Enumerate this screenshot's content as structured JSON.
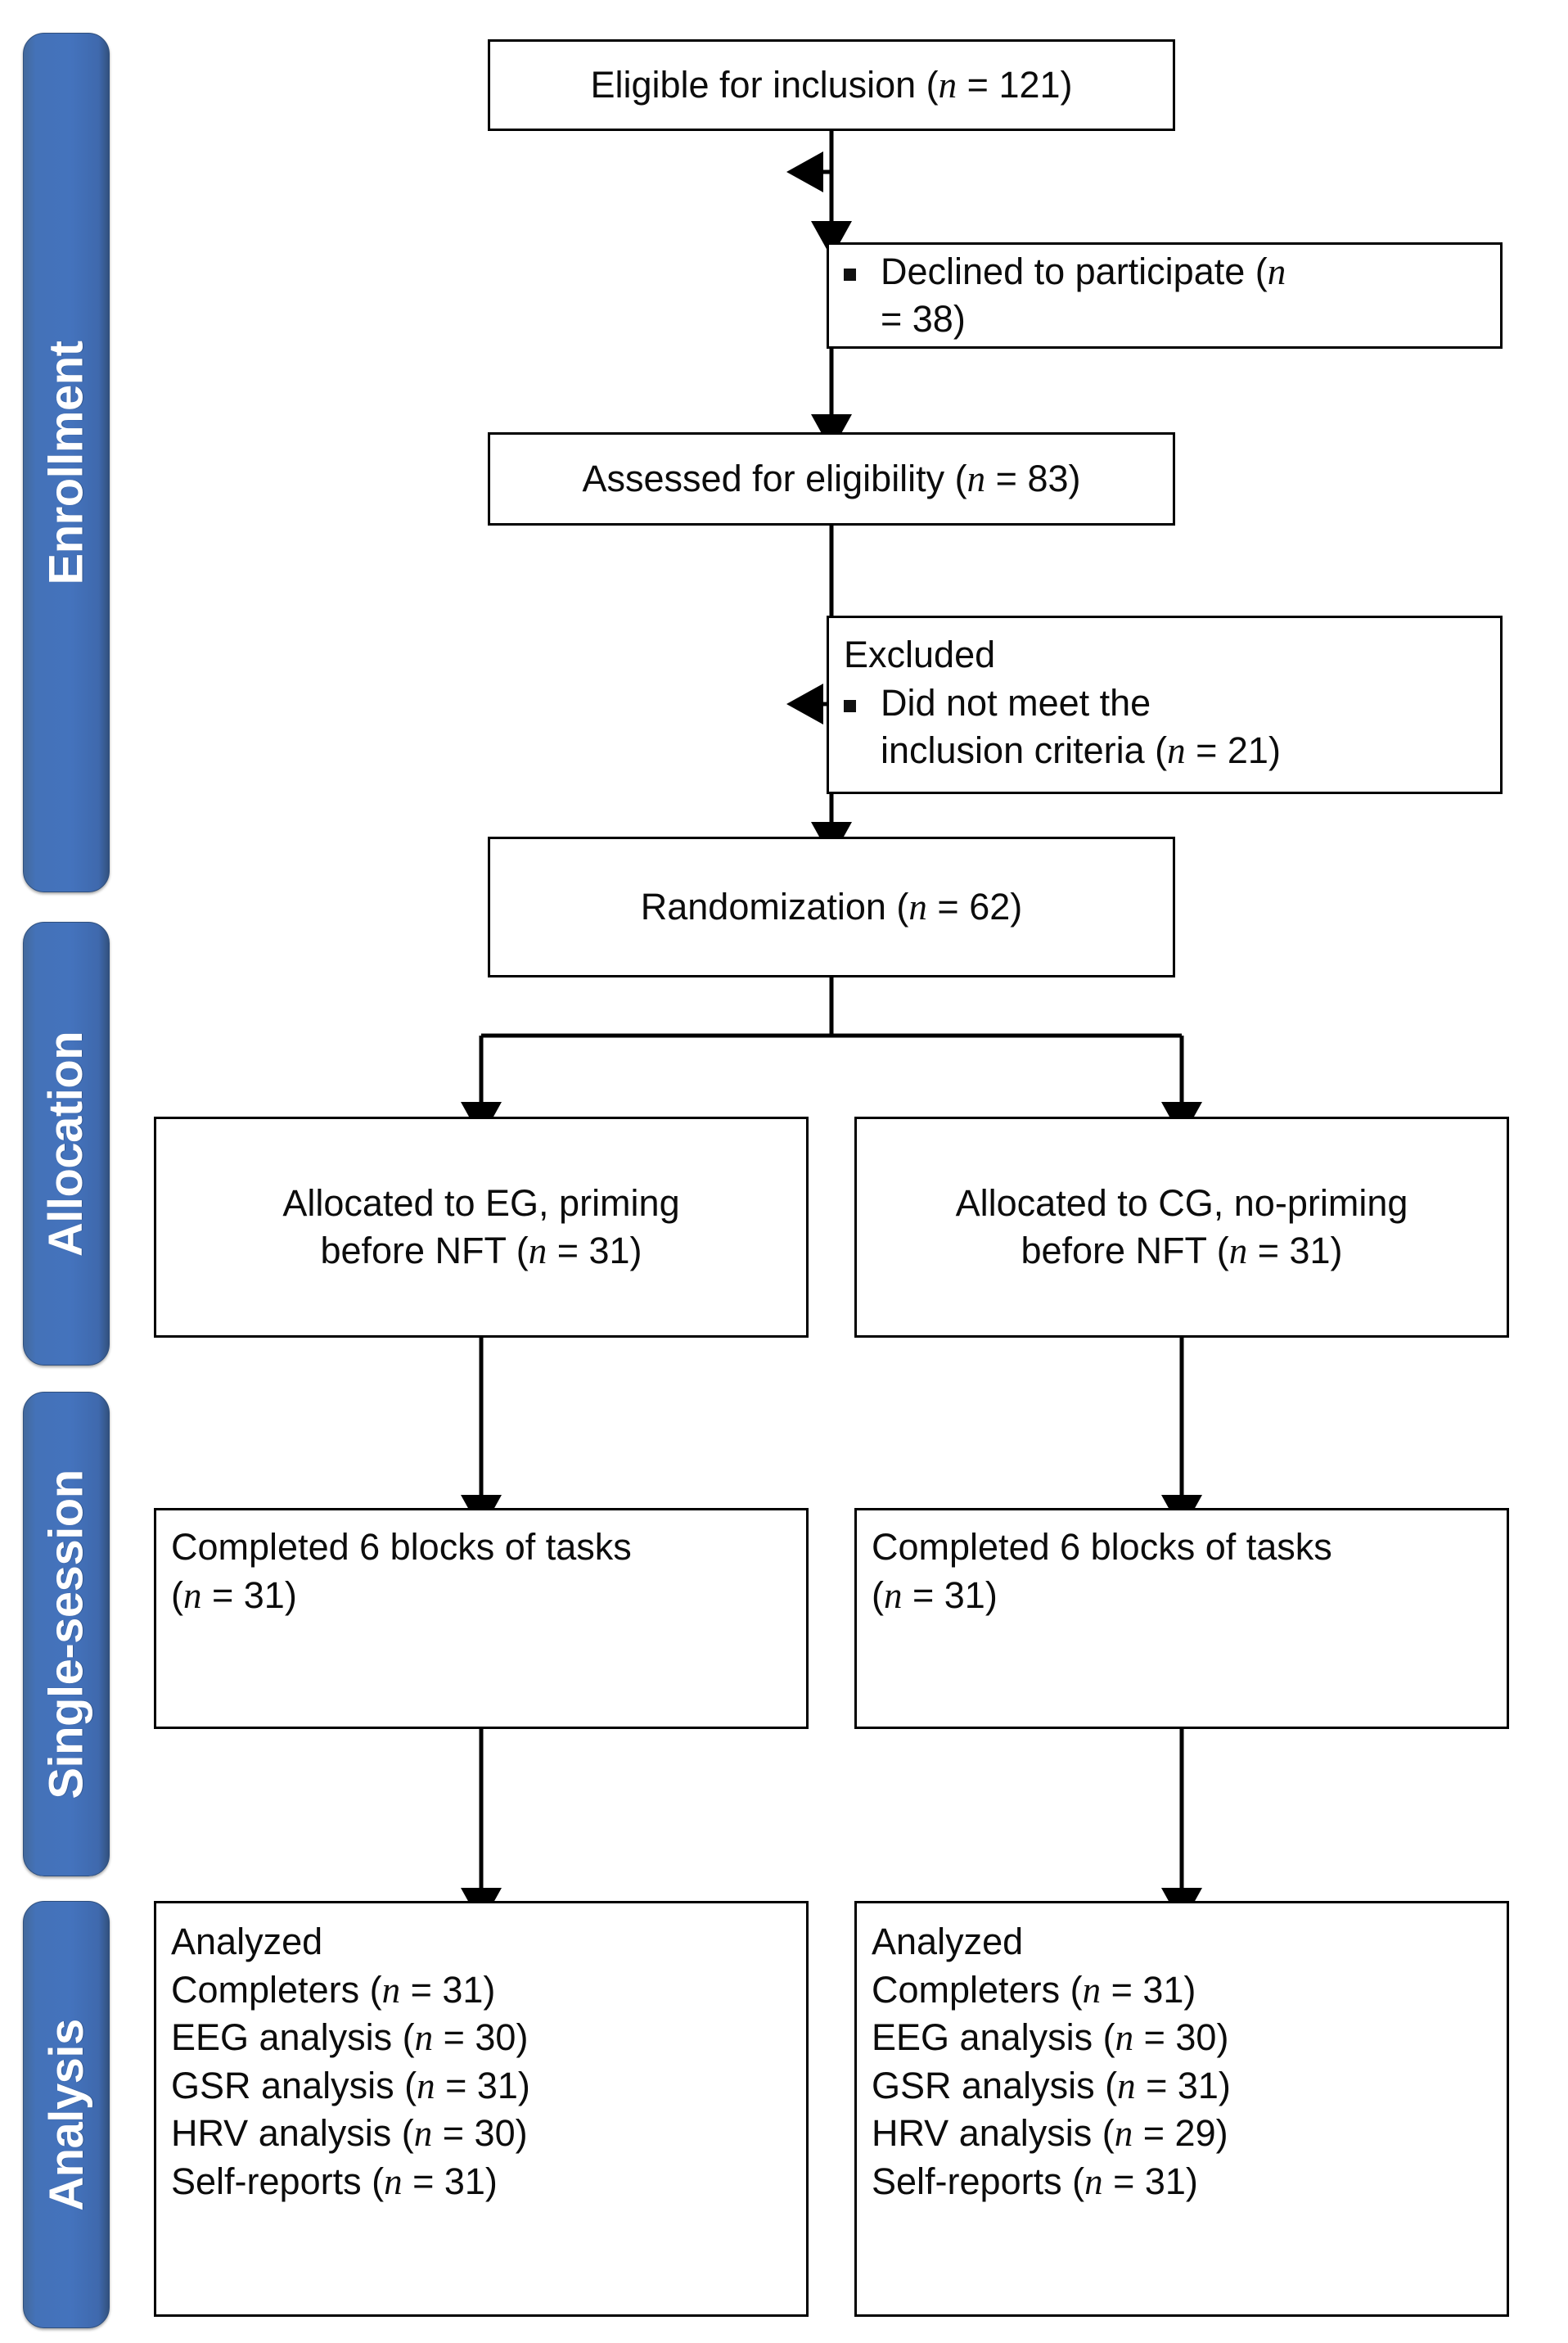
{
  "diagram": {
    "title": "CONSORT participant flow diagram",
    "accent_color": "#4472b8",
    "box_border_color": "#000000",
    "background_color": "#ffffff"
  },
  "stages": [
    {
      "id": "enrollment",
      "label": "Enrollment"
    },
    {
      "id": "allocation",
      "label": "Allocation"
    },
    {
      "id": "single_session",
      "label": "Single-session"
    },
    {
      "id": "analysis",
      "label": "Analysis"
    }
  ],
  "nodes": {
    "eligible": {
      "label": "Eligible for inclusion (",
      "n_symbol": "n",
      "eq": " = 121)"
    },
    "declined": {
      "bullet": "▪",
      "label_a": "Declined to participate (",
      "n_symbol": "n",
      "label_b": "= 38)"
    },
    "assessed": {
      "label": "Assessed for eligibility (",
      "n_symbol": "n",
      "eq": " = 83)"
    },
    "excluded": {
      "heading": "Excluded",
      "bullet": "▪",
      "label_a": "Did not meet the",
      "label_b": "inclusion criteria (",
      "n_symbol": "n",
      "label_c": " = 21)"
    },
    "randomization": {
      "label": "Randomization (",
      "n_symbol": "n",
      "eq": " = 62)"
    },
    "alloc_eg": {
      "line1": "Allocated to EG, priming",
      "line2_a": "before NFT (",
      "n_symbol": "n",
      "line2_b": " = 31)"
    },
    "alloc_cg": {
      "line1": "Allocated to CG, no-priming",
      "line2_a": "before NFT (",
      "n_symbol": "n",
      "line2_b": " = 31)"
    },
    "blocks_eg": {
      "line1": "Completed 6 blocks of tasks",
      "line2_a": "(",
      "n_symbol": "n",
      "line2_b": " = 31)"
    },
    "blocks_cg": {
      "line1": "Completed 6 blocks of tasks",
      "line2_a": "(",
      "n_symbol": "n",
      "line2_b": " = 31)"
    },
    "analysis_eg": {
      "heading": "Analyzed",
      "rows": [
        {
          "label": "Completers (",
          "n_symbol": "n",
          "value": " = 31)"
        },
        {
          "label": "EEG analysis (",
          "n_symbol": "n",
          "value": " = 30)"
        },
        {
          "label": "GSR analysis (",
          "n_symbol": "n",
          "value": " = 31)"
        },
        {
          "label": "HRV analysis (",
          "n_symbol": "n",
          "value": " = 30)"
        },
        {
          "label": "Self-reports  (",
          "n_symbol": "n",
          "value": " = 31)"
        }
      ]
    },
    "analysis_cg": {
      "heading": "Analyzed",
      "rows": [
        {
          "label": "Completers (",
          "n_symbol": "n",
          "value": " = 31)"
        },
        {
          "label": "EEG analysis (",
          "n_symbol": "n",
          "value": " = 30)"
        },
        {
          "label": "GSR analysis (",
          "n_symbol": "n",
          "value": " = 31)"
        },
        {
          "label": "HRV analysis (",
          "n_symbol": "n",
          "value": " = 29)"
        },
        {
          "label": "Self-reports (",
          "n_symbol": "n",
          "value": " = 31)"
        }
      ]
    }
  },
  "chart_data": {
    "type": "diagram",
    "title": "CONSORT flow of participants",
    "flow": [
      {
        "step": "Eligible for inclusion",
        "n": 121
      },
      {
        "step": "Declined to participate",
        "n": 38
      },
      {
        "step": "Assessed for eligibility",
        "n": 83
      },
      {
        "step": "Excluded: did not meet the inclusion criteria",
        "n": 21
      },
      {
        "step": "Randomization",
        "n": 62
      },
      {
        "step": "Allocated to EG, priming before NFT",
        "n": 31
      },
      {
        "step": "Allocated to CG, no-priming before NFT",
        "n": 31
      },
      {
        "step": "EG completed 6 blocks of tasks",
        "n": 31
      },
      {
        "step": "CG completed 6 blocks of tasks",
        "n": 31
      },
      {
        "step": "EG analyzed: completers",
        "n": 31
      },
      {
        "step": "EG analyzed: EEG analysis",
        "n": 30
      },
      {
        "step": "EG analyzed: GSR analysis",
        "n": 31
      },
      {
        "step": "EG analyzed: HRV analysis",
        "n": 30
      },
      {
        "step": "EG analyzed: self-reports",
        "n": 31
      },
      {
        "step": "CG analyzed: completers",
        "n": 31
      },
      {
        "step": "CG analyzed: EEG analysis",
        "n": 30
      },
      {
        "step": "CG analyzed: GSR analysis",
        "n": 31
      },
      {
        "step": "CG analyzed: HRV analysis",
        "n": 29
      },
      {
        "step": "CG analyzed: self-reports",
        "n": 31
      }
    ]
  }
}
